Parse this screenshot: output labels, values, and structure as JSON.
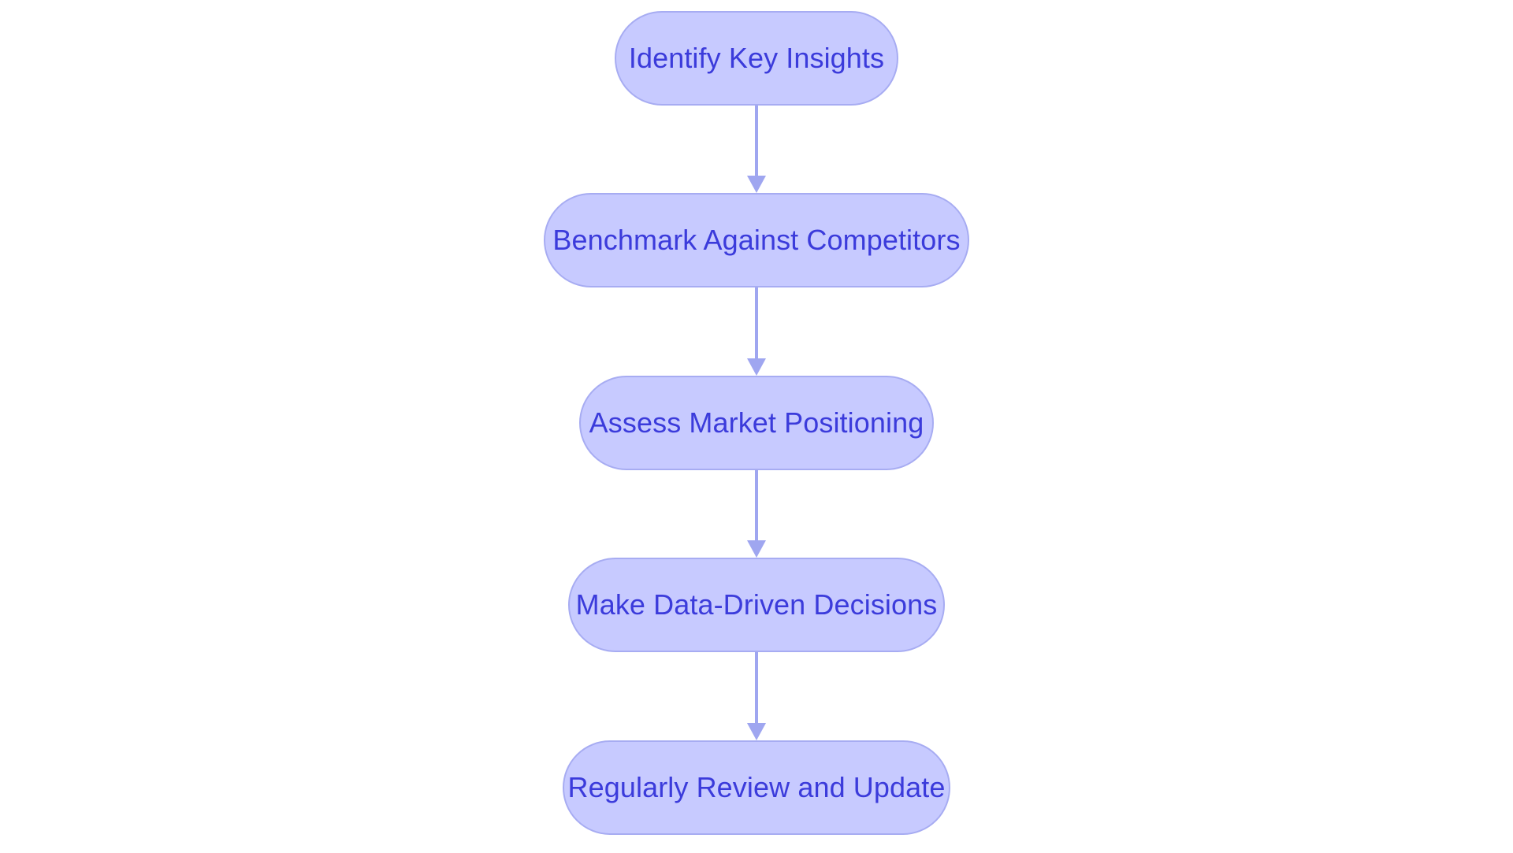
{
  "diagram": {
    "type": "flowchart",
    "orientation": "vertical",
    "background_color": "#ffffff",
    "node_fill_color": "#c7caff",
    "node_border_color": "#a7acf2",
    "node_text_color": "#3b3bdb",
    "connector_color": "#9fa6f0",
    "nodes": [
      {
        "id": "identify-key-insights",
        "label": "Identify Key Insights"
      },
      {
        "id": "benchmark-against-competitors",
        "label": "Benchmark Against Competitors"
      },
      {
        "id": "assess-market-positioning",
        "label": "Assess Market Positioning"
      },
      {
        "id": "make-data-driven-decisions",
        "label": "Make Data-Driven Decisions"
      },
      {
        "id": "regularly-review-and-update",
        "label": "Regularly Review and Update"
      }
    ],
    "edges": [
      {
        "from": "identify-key-insights",
        "to": "benchmark-against-competitors",
        "arrow": "down"
      },
      {
        "from": "benchmark-against-competitors",
        "to": "assess-market-positioning",
        "arrow": "down"
      },
      {
        "from": "assess-market-positioning",
        "to": "make-data-driven-decisions",
        "arrow": "down"
      },
      {
        "from": "make-data-driven-decisions",
        "to": "regularly-review-and-update",
        "arrow": "down"
      }
    ]
  }
}
